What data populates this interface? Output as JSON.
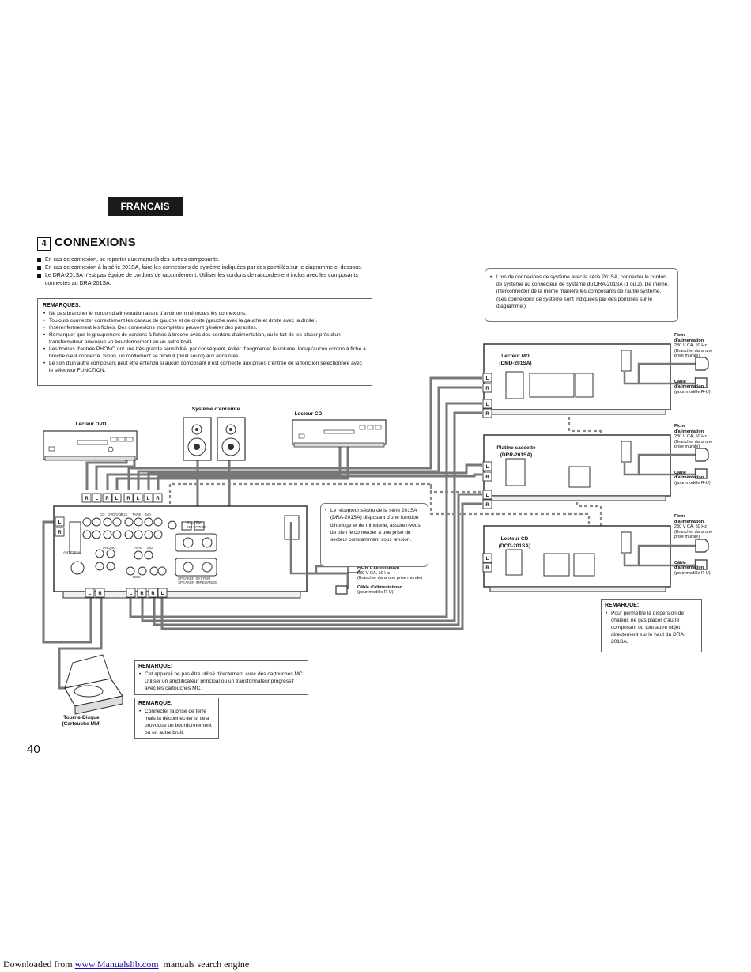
{
  "language_tab": "FRANCAIS",
  "section": {
    "number": "4",
    "title": "CONNEXIONS"
  },
  "intro_bullets": [
    "En cas de connexion, se reporter aux manuels des autres composants.",
    "En cas de connexion à la série 201SA, faire les connexions de système indiquées par des pointillés sur le diagramme ci-dessous.",
    "Le DRA-201SA n'est pas équipé de cordons de raccordement. Utiliser les cordons de raccordement inclus avec les composants connectés au DRA-201SA."
  ],
  "remarks_main": {
    "title": "REMARQUES:",
    "items": [
      "Ne pas brancher le cordon d'alimentation avant d'avoir terminé toutes les connexions.",
      "Toujours connecter correctement les canaux de gauche et de droite (gauche avec la gauche et droite avec la droite).",
      "Insérer fermement les fiches. Des connexions incomplètes peuvent générer des parasites.",
      "Remarquer que le groupement de cordons à fiches à broche avec des cordons d'alimentation, ou le fait de les placer près d'un transformateur provoque un bourdonnement ou un autre bruit.",
      "Les bornes d'entrée PHONO ont une très grande sensibilité, par conséquent, éviter d'augmenter le volume, lorsqu'aucun cordon à fiche à broche n'est connecté. Sinon, un ronflement se produit (bruit sourd) aux enceintes.",
      "Le son d'un autre composant peut être entendu si aucun composant n'est connecté aux prises d'entrée de la fonction sélectionnée avec le sélecteur FUNCTION."
    ]
  },
  "system_note": "Lors de connexions de système avec la série 201SA, connecter le cordon de système au connecteur de système du DRA-201SA (1 ou 2). De même, interconnecter de la même manière les composants de l'autre système. (Les connexions de système sont indiquées par des pointillés sur le diagramme.)",
  "devices": {
    "dvd": "Lecteur DVD",
    "speakers": "Système d'enceinte",
    "cd_player": "Lecteur CD",
    "md": "Lecteur MD",
    "md_model": "(DMD-201SA)",
    "cassette": "Platine cassette",
    "cassette_model": "(DRR-201SA)",
    "cd_sa": "Lecteur CD",
    "cd_sa_model": "(DCD-201SA)",
    "turntable": "Tourne-Disque",
    "turntable_sub": "(Cartouche MM)"
  },
  "power": {
    "plug_title_1": "Fiche",
    "plug_title_2": "d'alimentation",
    "voltage": "230 V CA, 50 Hz",
    "plug_note": "(Brancher dans une prise murale)",
    "cable_title_1": "Câble",
    "cable_title_2": "d'alimentation",
    "cable_note": "(pour modèle R-U)",
    "receiver_plug_title": "Fiche d'alimentation",
    "receiver_cable_title": "Câble d'alimentationd",
    "receiver_plug_note": "(Brancher dans une prise murale)",
    "receiver_cable_note": "(pour modèle R-U)"
  },
  "receiver_note": "Le récepteur sétéro de la série 201SA (DRA-201SA) disposant d'une fonction d'horloge et de minuterie, assurez-vous de bien le connecter à une prise du secteur constamment sous tension.",
  "remark_heat": {
    "title": "REMARQUE:",
    "text": "Pour permettre la dispersion de chaleur, ne pas placer d'autre composant ou tout autre objet directement sur le haut du DRA-201SA."
  },
  "remark_mc": {
    "title": "REMARQUE:",
    "text": "Cet appareil ne pas être utilisé directement avec des cartouches MC. Utiliser un amplificateur principal ou un transformateur progressif avec les cartouches MC."
  },
  "remark_ground": {
    "title": "REMARQUE:",
    "text": "Connecter la prise de terre mais la déconnec-ter si cela provoque un bourdonnement ou un autre bruit."
  },
  "page_number": "40",
  "footer": {
    "prefix": "Downloaded from ",
    "link": "www.Manualslib.com",
    "suffix": "  manuals search engine"
  }
}
